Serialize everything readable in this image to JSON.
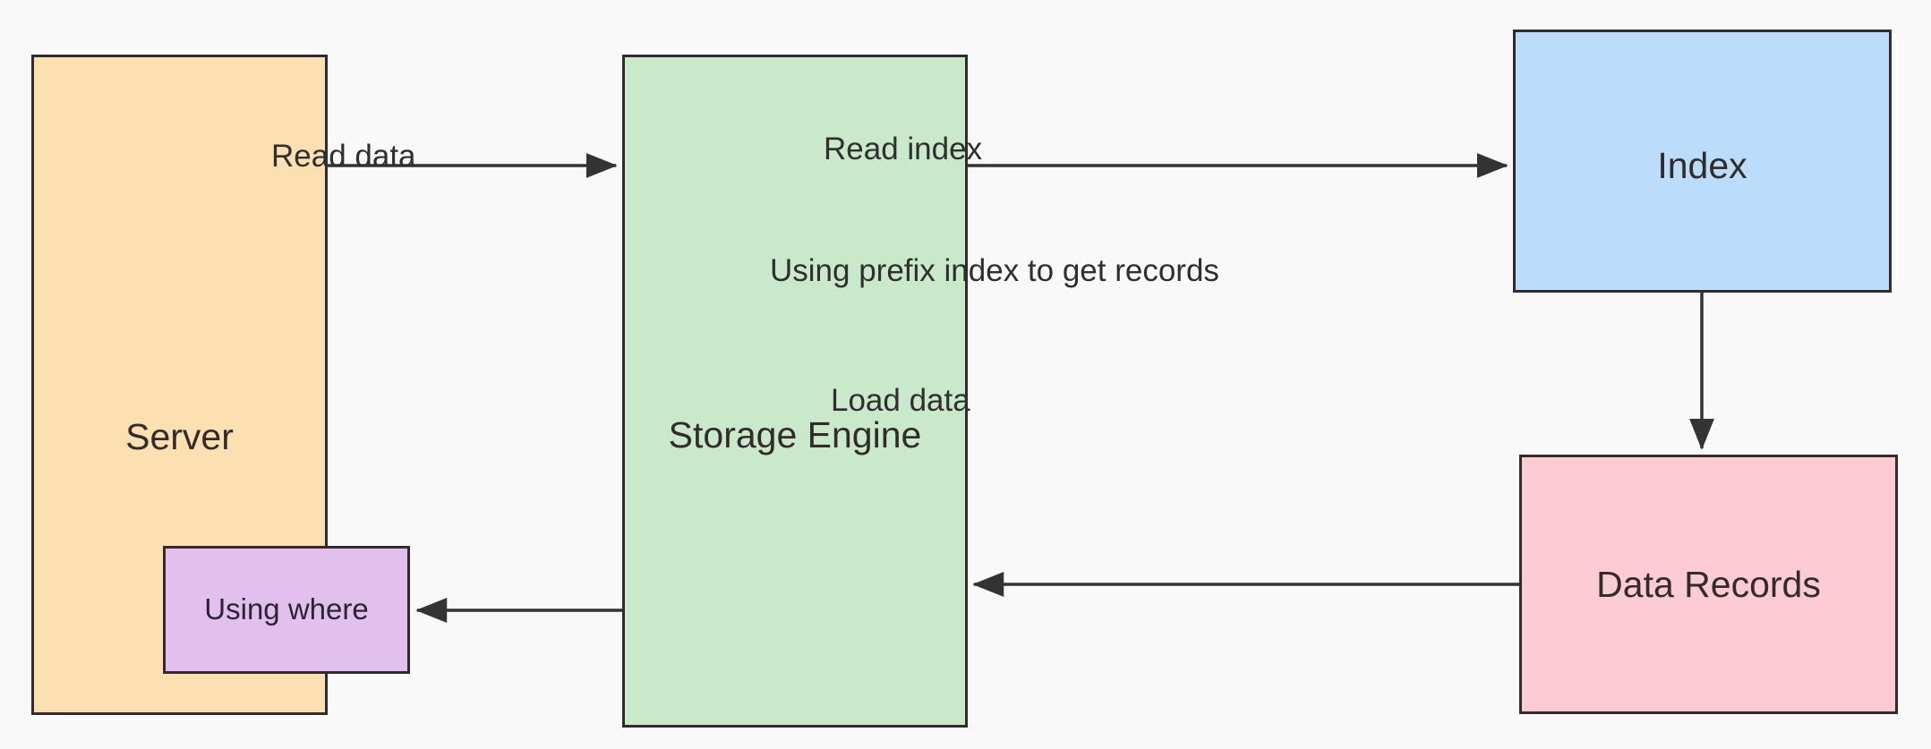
{
  "diagram": {
    "title": "Storage engine read path with prefix index",
    "background_color": "#f9f9f9",
    "stroke_color": "#332b2b",
    "edge_color": "#333333",
    "nodes": [
      {
        "id": "server",
        "label": "Server",
        "fill": "#fce0b1"
      },
      {
        "id": "storage_engine",
        "label": "Storage Engine",
        "fill": "#cae9cb"
      },
      {
        "id": "index",
        "label": "Index",
        "fill": "#bbdcfb"
      },
      {
        "id": "data_records",
        "label": "Data Records",
        "fill": "#fdcbd4"
      },
      {
        "id": "using_where",
        "label": "Using where",
        "fill": "#e1c0ed"
      }
    ],
    "edges": [
      {
        "id": "server_to_storage",
        "label": "Read data",
        "from": "server",
        "to": "storage_engine",
        "direction": "right"
      },
      {
        "id": "storage_to_index",
        "label": "Read index",
        "from": "storage_engine",
        "to": "index",
        "direction": "right"
      },
      {
        "id": "index_to_records",
        "label": "Using prefix index to get records",
        "from": "index",
        "to": "data_records",
        "direction": "down"
      },
      {
        "id": "records_to_storage",
        "label": "Load data",
        "from": "data_records",
        "to": "storage_engine",
        "direction": "left"
      },
      {
        "id": "storage_to_using_where",
        "label": "",
        "from": "storage_engine",
        "to": "using_where",
        "direction": "left"
      }
    ]
  }
}
